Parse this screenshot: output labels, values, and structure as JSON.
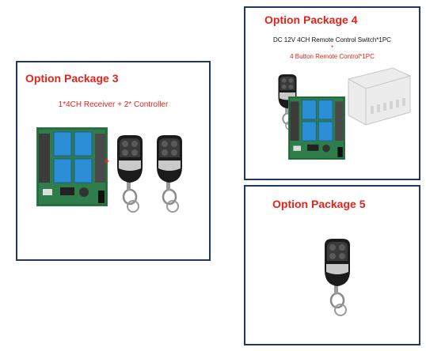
{
  "package3": {
    "title": "Option Package  3",
    "description": "1*4CH Receiver + 2* Controller",
    "plus": "+"
  },
  "package4": {
    "title": "Option Package  4",
    "line1": "DC 12V 4CH Remote Control Switch*1PC",
    "plus": "+",
    "line2": "4 Button Remote Control*1PC"
  },
  "package5": {
    "title": "Option Package 5"
  },
  "colors": {
    "border": "#1f3763",
    "title": "#e2241b"
  }
}
